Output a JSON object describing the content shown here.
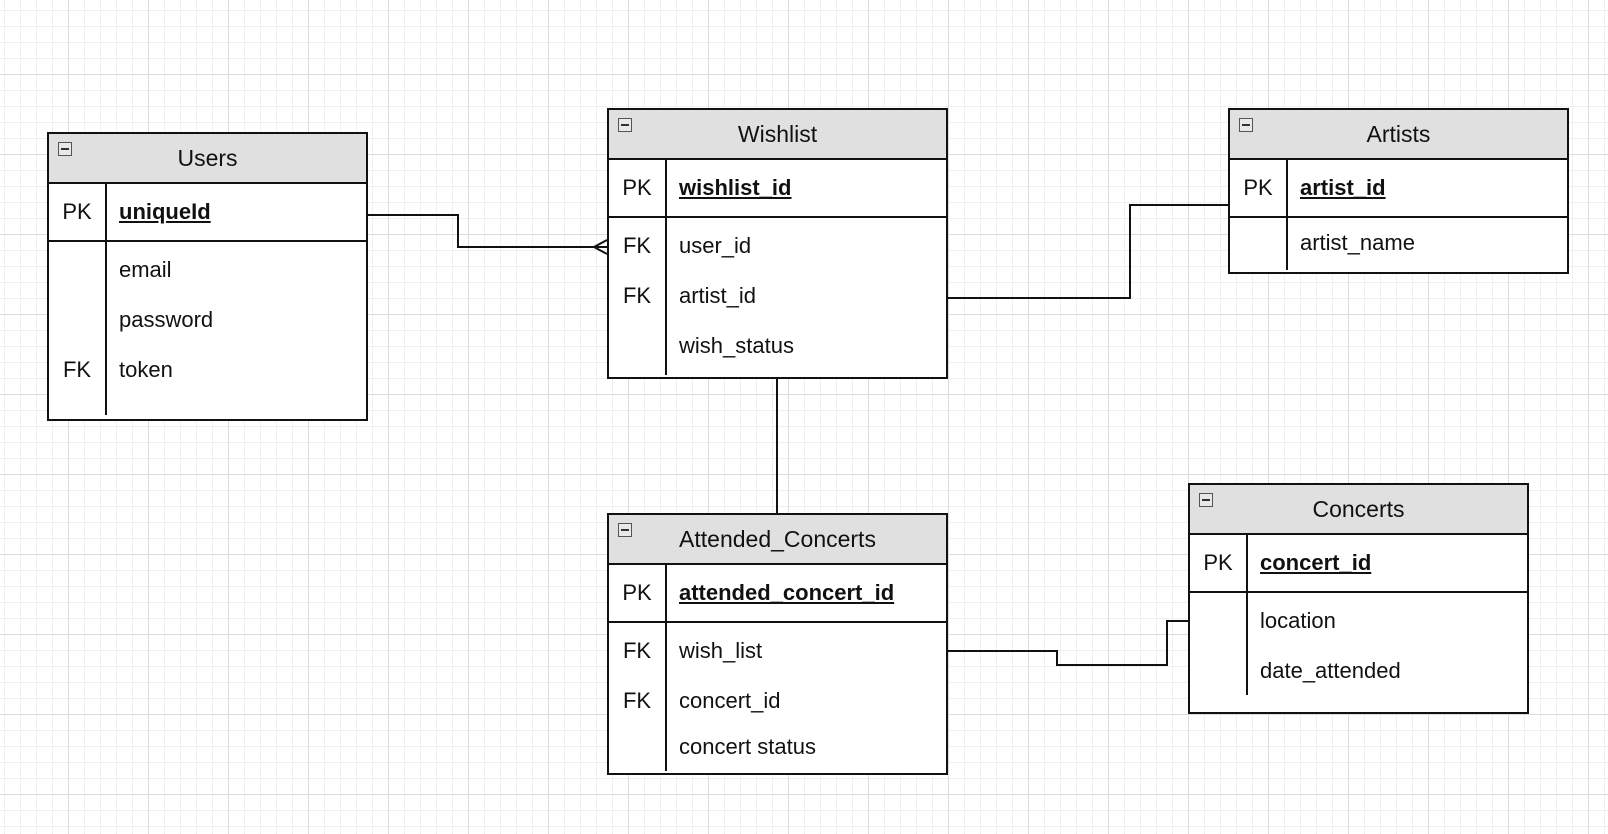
{
  "entities": {
    "users": {
      "title": "Users",
      "pk": {
        "key": "PK",
        "name": "uniqueId"
      },
      "fields": [
        {
          "key": "",
          "name": "email"
        },
        {
          "key": "",
          "name": "password"
        },
        {
          "key": "FK",
          "name": "token"
        }
      ]
    },
    "wishlist": {
      "title": "Wishlist",
      "pk": {
        "key": "PK",
        "name": "wishlist_id"
      },
      "fields": [
        {
          "key": "FK",
          "name": "user_id"
        },
        {
          "key": "FK",
          "name": "artist_id"
        },
        {
          "key": "",
          "name": "wish_status"
        }
      ]
    },
    "artists": {
      "title": "Artists",
      "pk": {
        "key": "PK",
        "name": "artist_id"
      },
      "fields": [
        {
          "key": "",
          "name": "artist_name"
        }
      ]
    },
    "attended_concerts": {
      "title": "Attended_Concerts",
      "pk": {
        "key": "PK",
        "name": "attended_concert_id"
      },
      "fields": [
        {
          "key": "FK",
          "name": "wish_list"
        },
        {
          "key": "FK",
          "name": "concert_id"
        },
        {
          "key": "",
          "name": "concert status"
        }
      ]
    },
    "concerts": {
      "title": "Concerts",
      "pk": {
        "key": "PK",
        "name": "concert_id"
      },
      "fields": [
        {
          "key": "",
          "name": "location"
        },
        {
          "key": "",
          "name": "date_attended"
        }
      ]
    }
  },
  "relationships": [
    {
      "from": "users",
      "to": "wishlist",
      "to_end": "many"
    },
    {
      "from": "wishlist",
      "to": "artists",
      "to_end": "one"
    },
    {
      "from": "wishlist",
      "to": "attended_concerts",
      "to_end": "one"
    },
    {
      "from": "attended_concerts",
      "to": "concerts",
      "to_end": "one"
    }
  ],
  "colors": {
    "header": "#e0e0e0",
    "border": "#111111",
    "grid": "#dcdcdc"
  }
}
